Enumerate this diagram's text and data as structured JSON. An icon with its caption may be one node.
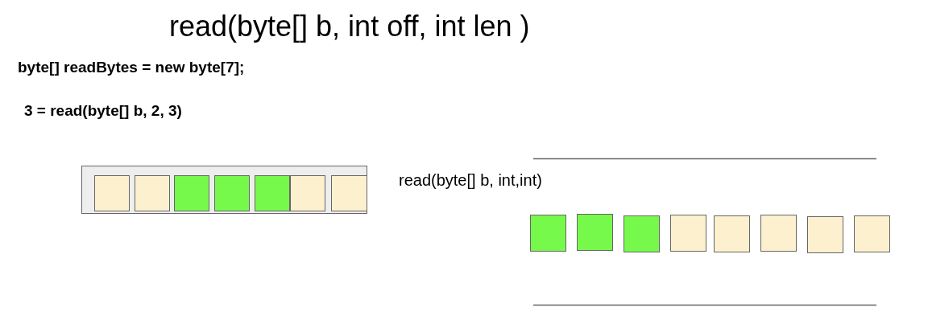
{
  "diagram": {
    "title": "read(byte[] b, int off, int len )",
    "nodes": [
      {
        "text": [],
        "shape": "box"
      },
      {
        "text": [],
        "shape": "box",
        "in": 0
      },
      {
        "text": [],
        "shape": "box",
        "in": 0
      },
      {
        "text": [],
        "shape": "box",
        "in": 0
      },
      {
        "text": [],
        "shape": "box",
        "in": 0
      },
      {
        "text": [],
        "shape": "box",
        "in": 0
      },
      {
        "text": [],
        "shape": "box",
        "in": 0
      },
      {
        "text": [],
        "shape": "box",
        "in": 0
      },
      {
        "text": [],
        "shape": "box"
      },
      {
        "text": [],
        "shape": "box"
      },
      {
        "text": [],
        "shape": "box"
      },
      {
        "text": [],
        "shape": "box"
      },
      {
        "text": [],
        "shape": "box"
      },
      {
        "text": [],
        "shape": "box"
      },
      {
        "text": [],
        "shape": "box"
      },
      {
        "text": [],
        "shape": "box"
      }
    ],
    "edges": [],
    "labels": [
      "byte[] readBytes = new byte[7];",
      "3 = read(byte[] b, 2, 3)",
      "read(byte[] b, int,int)"
    ]
  }
}
